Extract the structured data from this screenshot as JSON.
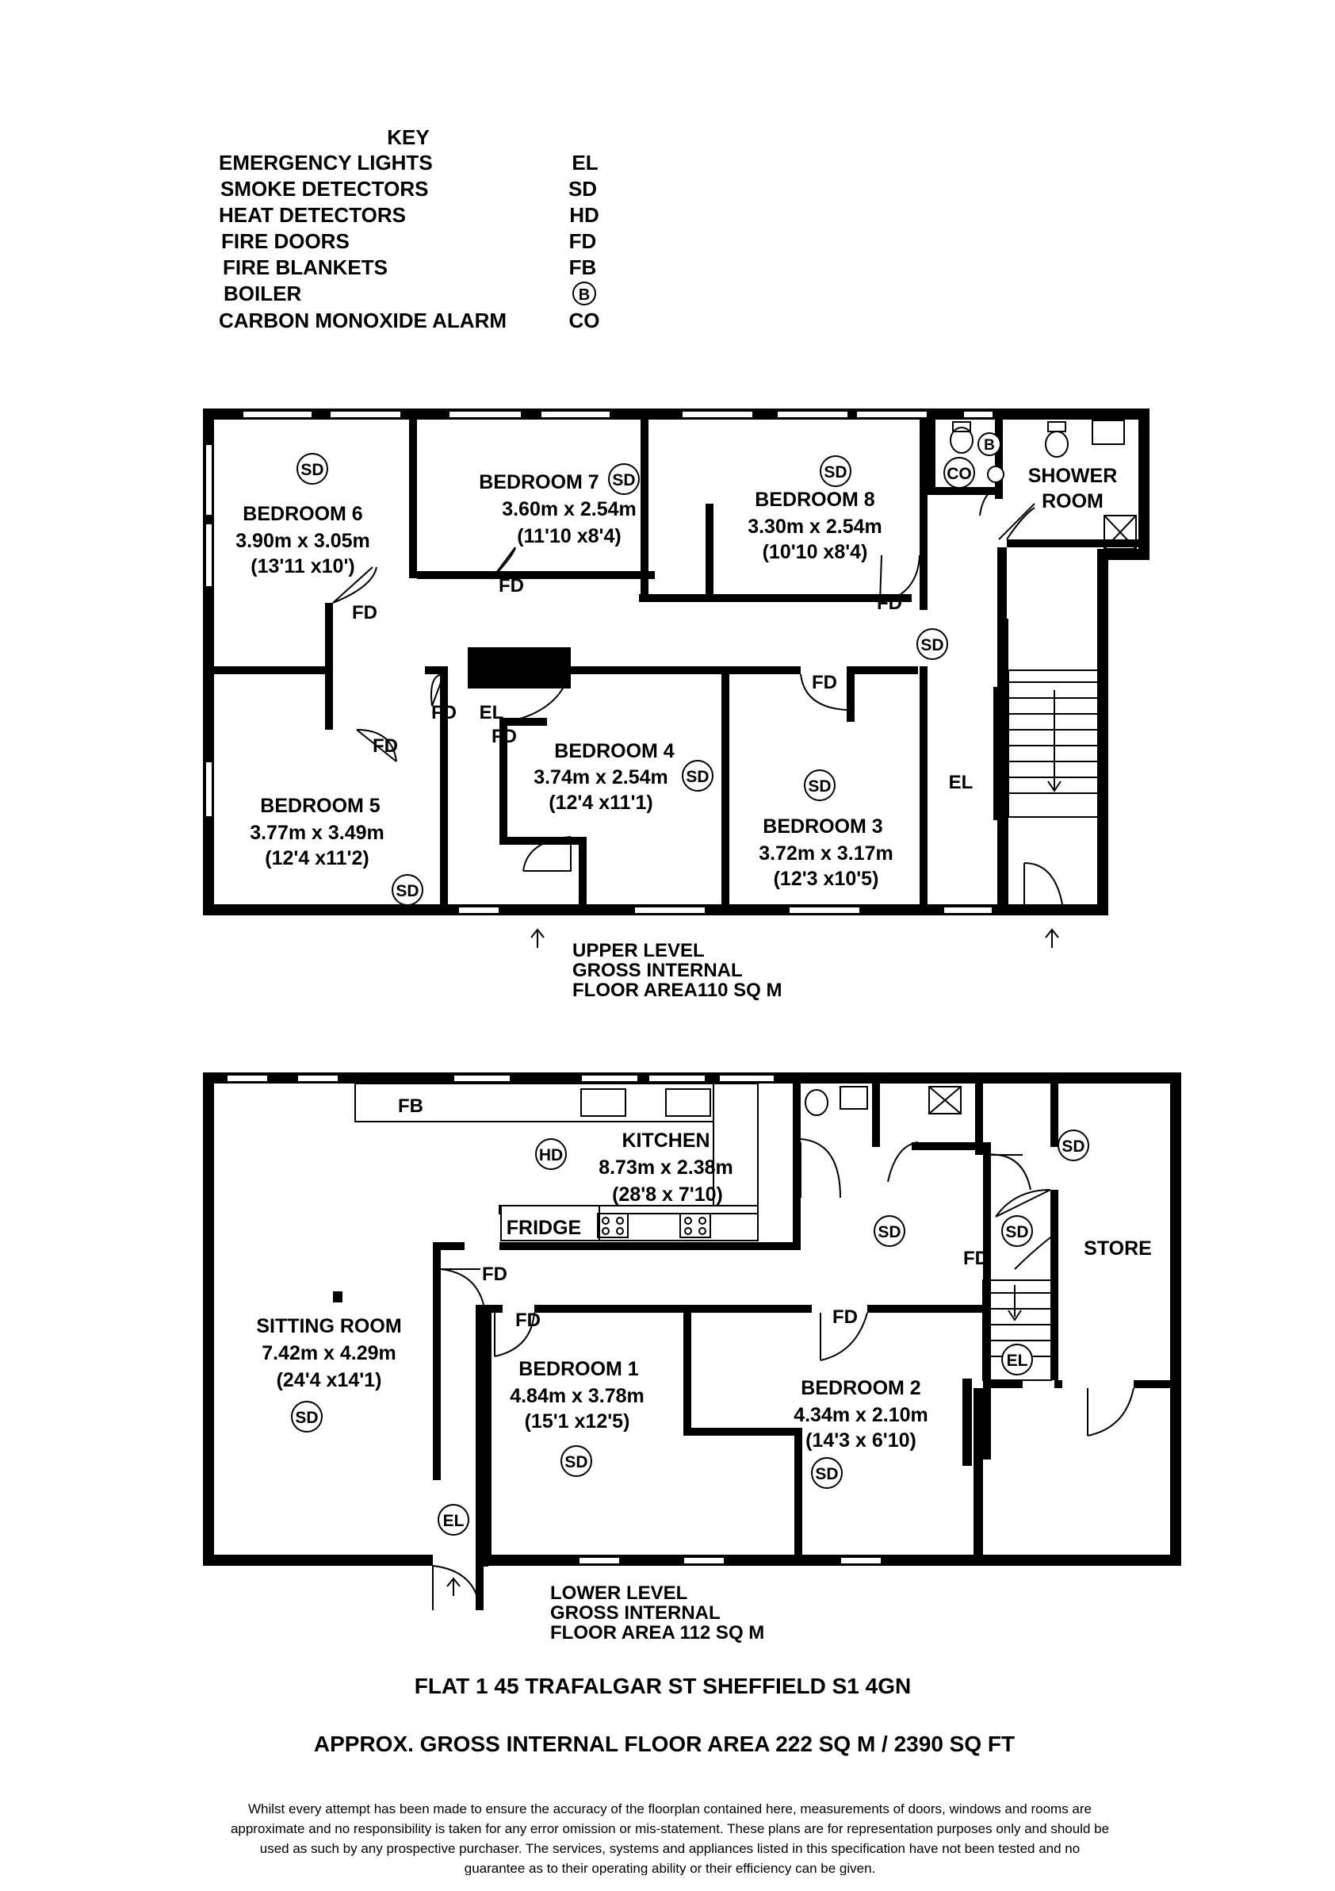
{
  "key": {
    "title": "KEY",
    "items": [
      {
        "label": "EMERGENCY LIGHTS",
        "code": "EL"
      },
      {
        "label": "SMOKE DETECTORS",
        "code": "SD"
      },
      {
        "label": "HEAT DETECTORS",
        "code": "HD"
      },
      {
        "label": "FIRE DOORS",
        "code": "FD"
      },
      {
        "label": "FIRE BLANKETS",
        "code": "FB"
      },
      {
        "label": "BOILER",
        "code": "B"
      },
      {
        "label": "CARBON MONOXIDE ALARM",
        "code": "CO"
      }
    ]
  },
  "upper": {
    "rooms": [
      {
        "name": "BEDROOM 6",
        "metric": "3.90m x 3.05m",
        "imperial": "(13'11 x10')"
      },
      {
        "name": "BEDROOM 7",
        "metric": "3.60m x 2.54m",
        "imperial": "(11'10 x8'4)"
      },
      {
        "name": "BEDROOM 8",
        "metric": "3.30m x 2.54m",
        "imperial": "(10'10 x8'4)"
      },
      {
        "name": "BEDROOM 5",
        "metric": "3.77m x 3.49m",
        "imperial": "(12'4 x11'2)"
      },
      {
        "name": "BEDROOM 4",
        "metric": "3.74m x 2.54m",
        "imperial": "(12'4 x11'1)"
      },
      {
        "name": "BEDROOM 3",
        "metric": "3.72m x 3.17m",
        "imperial": "(12'3 x10'5)"
      }
    ],
    "shower_line1": "SHOWER",
    "shower_line2": "ROOM",
    "area_line1": "UPPER LEVEL",
    "area_line2": "GROSS INTERNAL",
    "area_line3": "FLOOR AREA110 SQ M"
  },
  "lower": {
    "rooms": [
      {
        "name": "KITCHEN",
        "metric": "8.73m x 2.38m",
        "imperial": "(28'8 x 7'10)"
      },
      {
        "name": "SITTING ROOM",
        "metric": "7.42m x 4.29m",
        "imperial": "(24'4 x14'1)"
      },
      {
        "name": "BEDROOM 1",
        "metric": "4.84m x 3.78m",
        "imperial": "(15'1 x12'5)"
      },
      {
        "name": "BEDROOM 2",
        "metric": "4.34m x 2.10m",
        "imperial": "(14'3 x 6'10)"
      }
    ],
    "store": "STORE",
    "fridge": "FRIDGE",
    "area_line1": "LOWER LEVEL",
    "area_line2": "GROSS INTERNAL",
    "area_line3": "FLOOR AREA 112 SQ M"
  },
  "address": "FLAT 1 45 TRAFALGAR ST SHEFFIELD S1 4GN",
  "total_area": "APPROX. GROSS INTERNAL FLOOR AREA 222 SQ M / 2390 SQ FT",
  "disclaimer": {
    "line1": "Whilst every attempt has been made to ensure the accuracy of the floorplan contained here, measurements of doors, windows and rooms are",
    "line2": "approximate and no responsibility is taken for any error omission or mis-statement. These plans are for representation purposes only and should be",
    "line3": "used as such by any prospective purchaser. The services, systems and appliances listed in this specification have not been tested and no",
    "line4": "guarantee as to their operating ability or their efficiency can be given."
  }
}
